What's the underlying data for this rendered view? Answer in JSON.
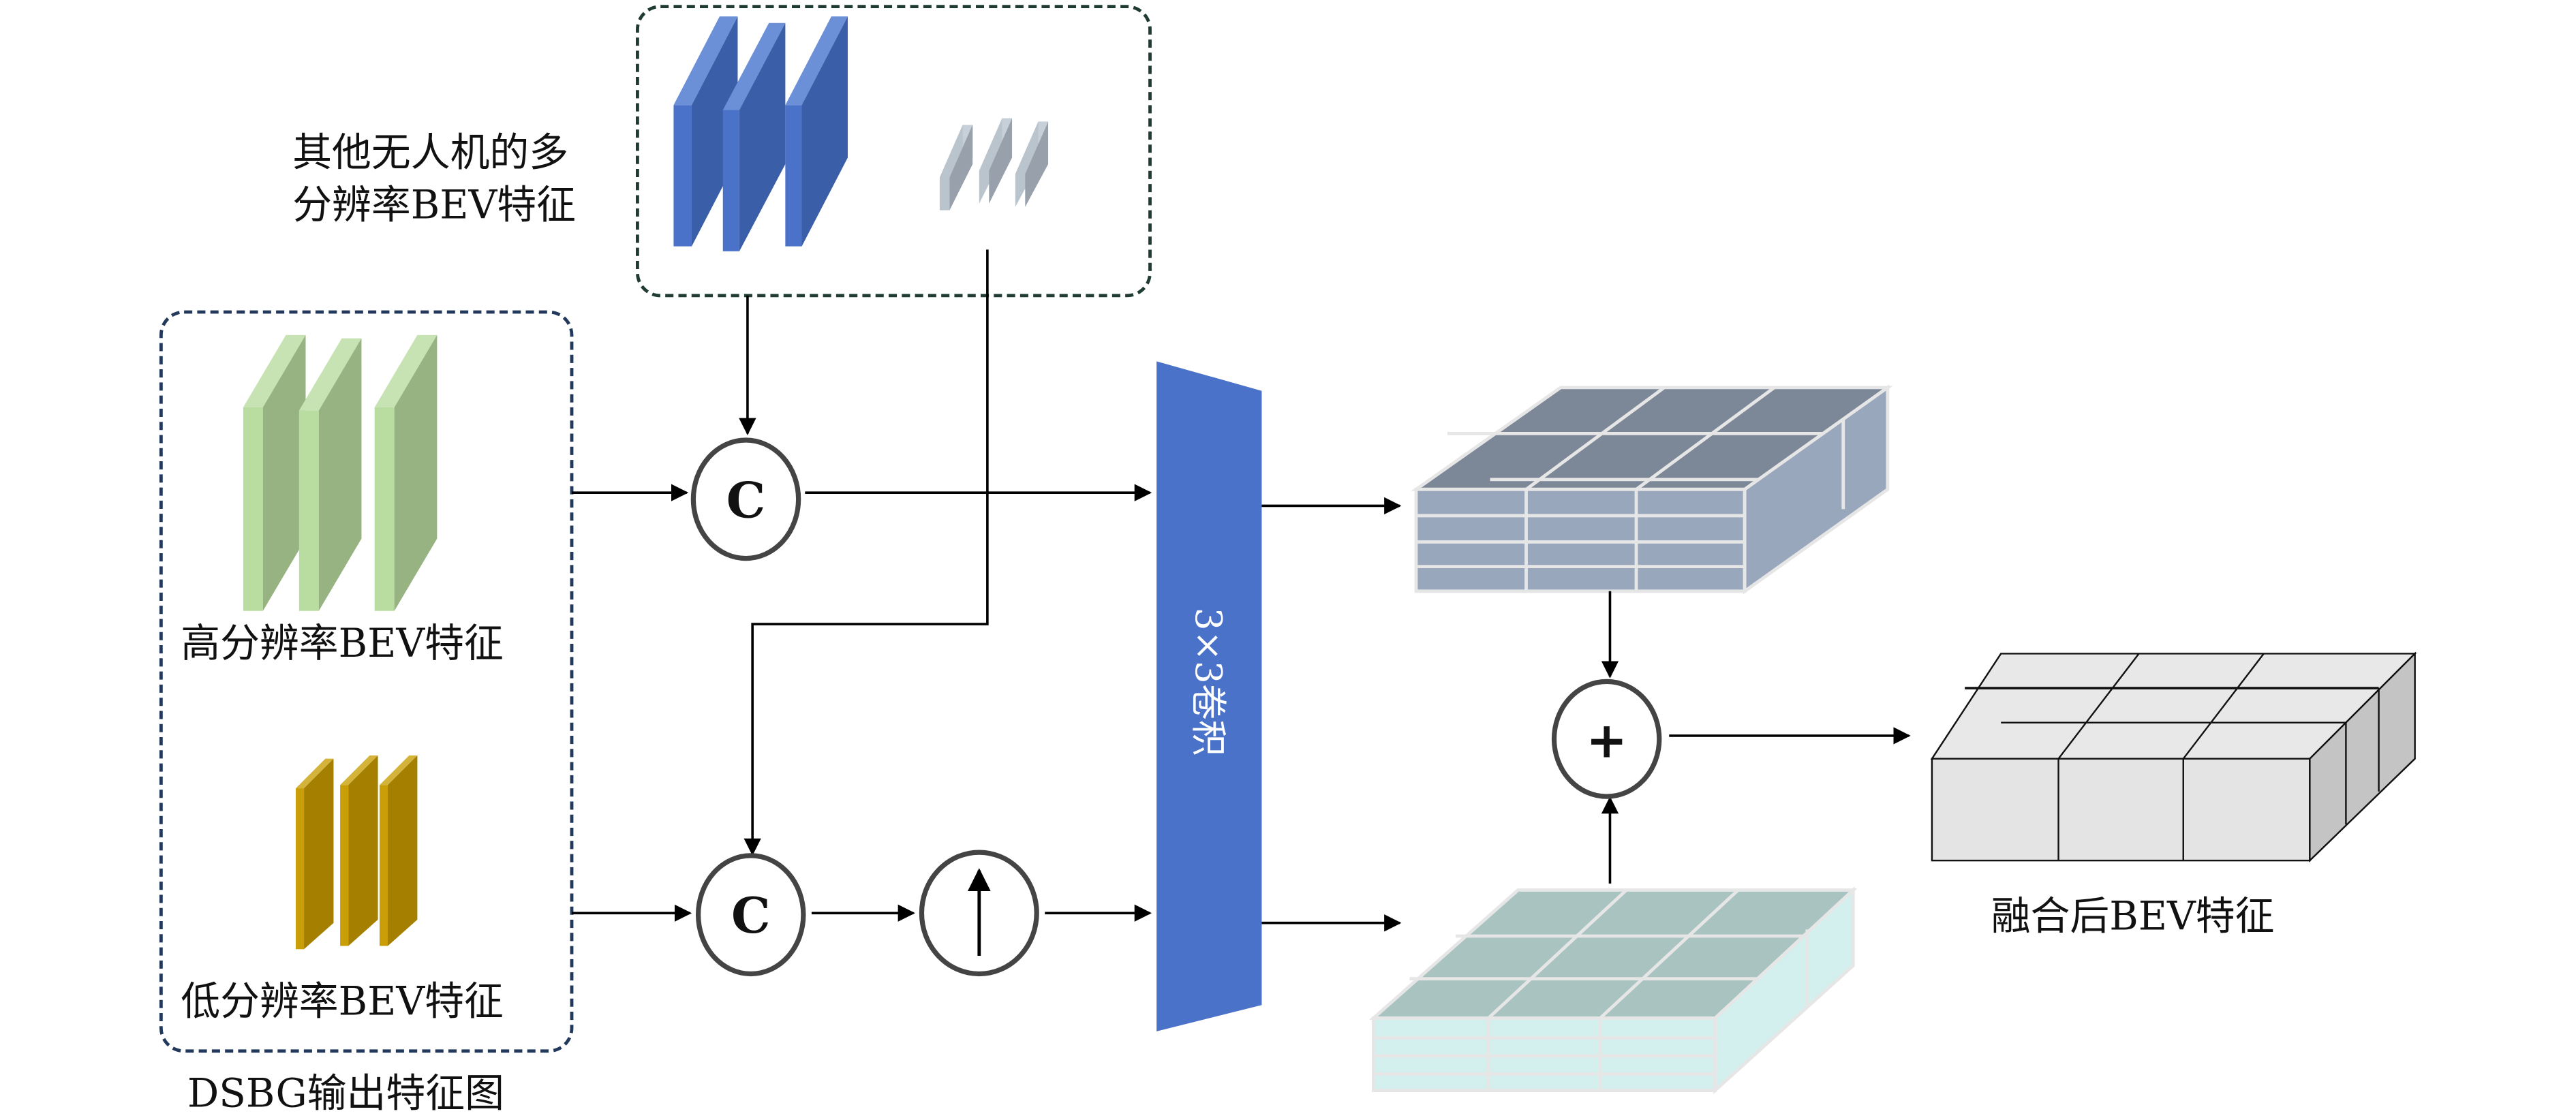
{
  "labels": {
    "other_uav": [
      "其他无人机的多",
      "分辨率BEV特征"
    ],
    "high_res": "高分辨率BEV特征",
    "low_res": "低分辨率BEV特征",
    "dsbg_output": "DSBG输出特征图",
    "conv": "3×3卷积",
    "fused": "融合后BEV特征"
  },
  "operators": {
    "concat_symbol": "C",
    "add_symbol": "+",
    "upsample_symbol": "↑"
  },
  "colors": {
    "other_uav_high": "#4a72c9",
    "other_uav_low": "#aeb8c3",
    "high_res": "#b9dca0",
    "low_res": "#c99e06",
    "conv": "#4a72c9",
    "top_output": "#7c8798",
    "bottom_output": "#a9c3c0",
    "fused": "#e4e4e4"
  }
}
